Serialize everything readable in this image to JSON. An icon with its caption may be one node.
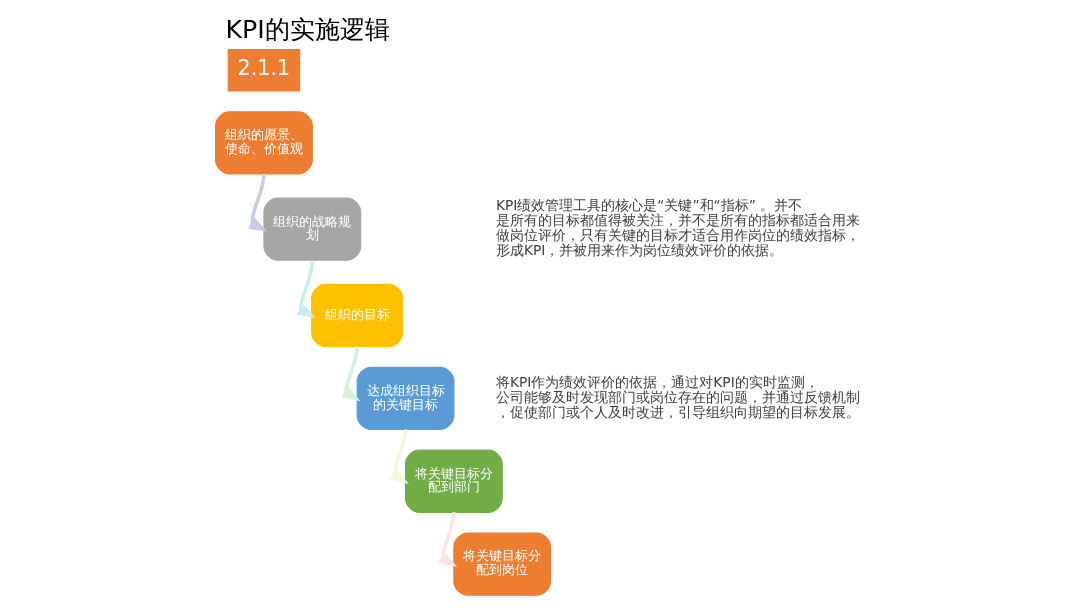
{
  "diagram": {
    "title": "KPI的实施逻辑",
    "nodes": [
      {
        "text": [
          "组织的愿景、使命、价值观"
        ]
      },
      {
        "text": [
          "组织的战略规划"
        ]
      },
      {
        "text": [
          "组织的目标"
        ]
      },
      {
        "text": [
          "达成组织目标的关键目标"
        ]
      },
      {
        "text": [
          "将关键目标分配到部门"
        ]
      },
      {
        "text": [
          "将关键目标分配到岗位"
        ]
      }
    ],
    "edges": [
      {
        "from": 0,
        "to": 1,
        "arrow": "to",
        "color": "#c5cbe8"
      },
      {
        "from": 1,
        "to": 2,
        "arrow": "to",
        "color": "#c8ecea"
      },
      {
        "from": 2,
        "to": 3,
        "arrow": "to",
        "color": "#d3f2dc"
      },
      {
        "from": 3,
        "to": 4,
        "arrow": "to",
        "color": "#f2f8d8"
      },
      {
        "from": 4,
        "to": 5,
        "arrow": "to",
        "color": "#fde3e3"
      }
    ],
    "labels": [
      "2.1.1",
      "KPI绩效管理工具的核心是“关键”和“指标” 。并不是所有的目标都值得被关注，并不是所有的指标都适合用来做岗位评价，只有关键的目标才适合用作岗位的绩效指标，形成KPI，并被用来作为岗位绩效评价的依据。",
      "将KPI作为绩效评价的依据，通过对KPI的实时监测，公司能够及时发现部门或岗位存在的问题，并通过反馈机制，促使部门或个人及时改进，引导组织向期望的目标发展。"
    ]
  }
}
